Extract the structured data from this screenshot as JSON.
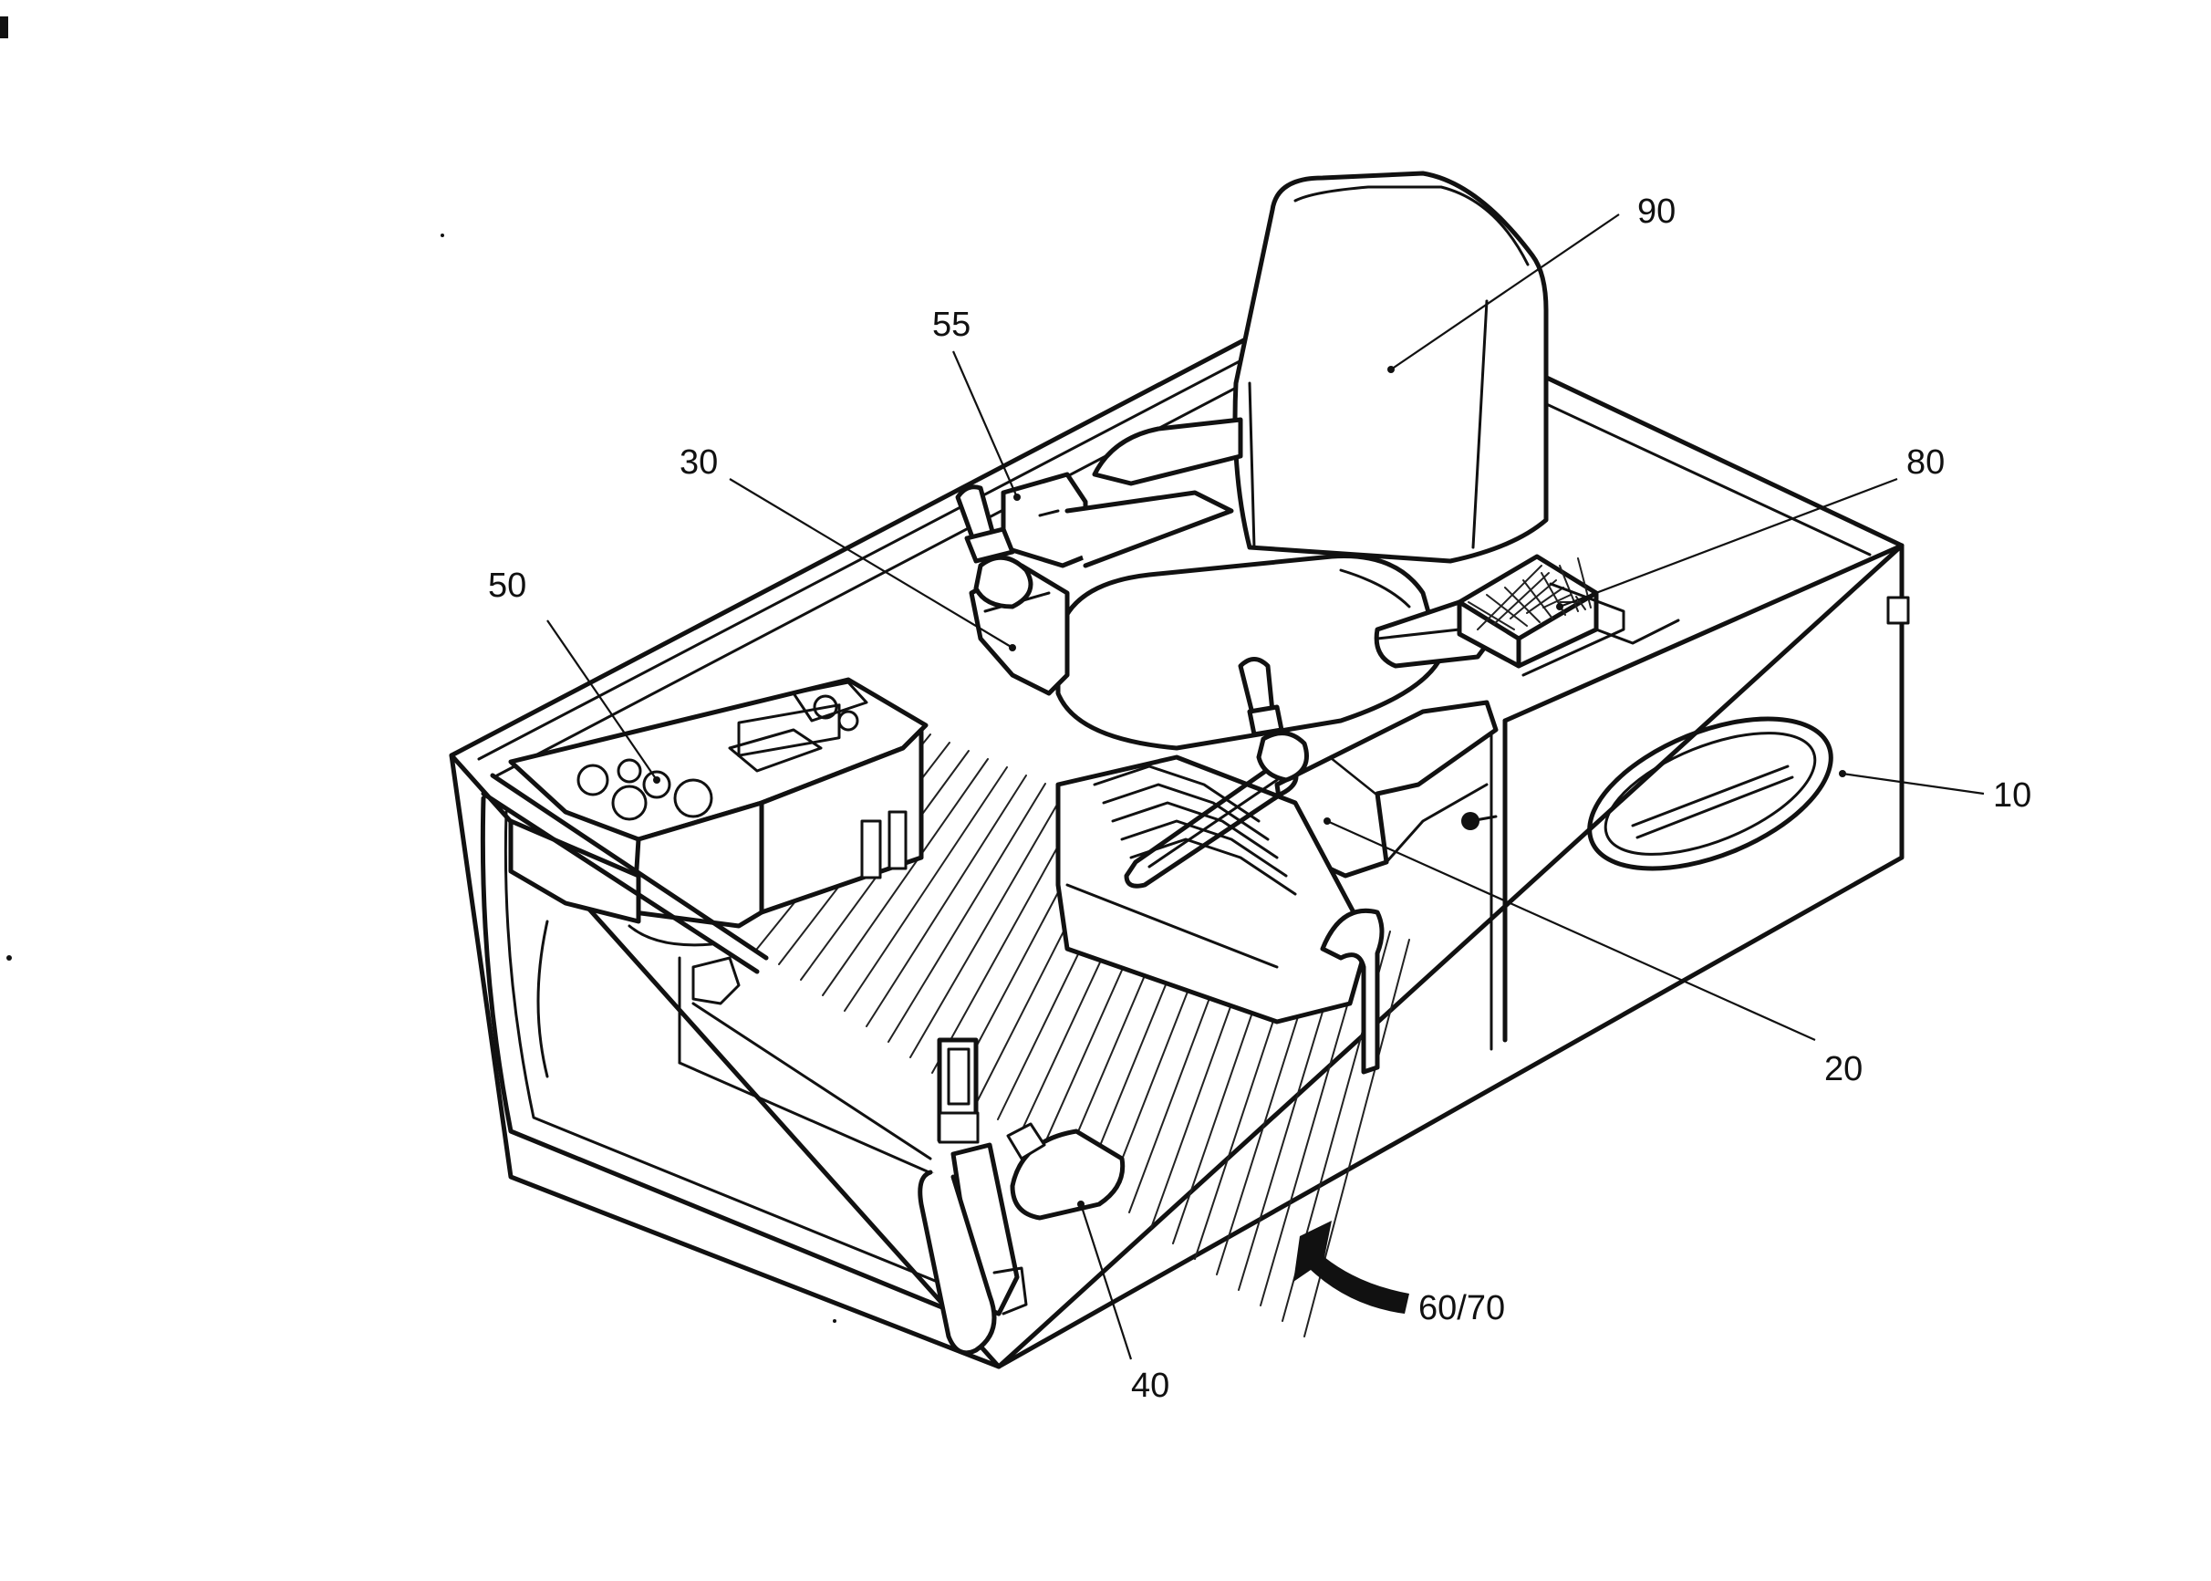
{
  "figure": {
    "reference_numerals": {
      "cab": "10",
      "seat_base": "20",
      "left_console": "30",
      "floor_pedal": "40",
      "instrument_panel": "50",
      "armrest_box": "55",
      "travel_direction": "60/70",
      "right_control_box": "80",
      "seat_back": "90"
    },
    "colors": {
      "line": "#111111",
      "paper": "#ffffff"
    }
  }
}
